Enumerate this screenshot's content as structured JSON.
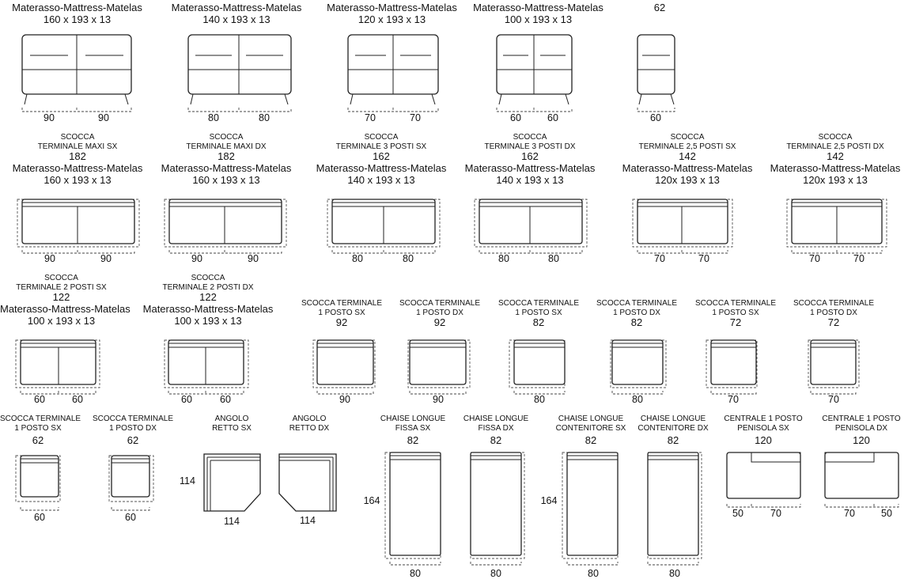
{
  "mattress_label": "Materasso-Mattress-Matelas",
  "row1": [
    {
      "size": "160 x 193 x 13",
      "dims": [
        "90",
        "90"
      ]
    },
    {
      "size": "140 x 193 x 13",
      "dims": [
        "80",
        "80"
      ]
    },
    {
      "size": "120 x 193 x 13",
      "dims": [
        "70",
        "70"
      ]
    },
    {
      "size": "100 x 193 x 13",
      "dims": [
        "60",
        "60"
      ]
    },
    {
      "width": "62",
      "dims": [
        "60"
      ]
    }
  ],
  "row2": [
    {
      "cap1": "SCOCCA",
      "cap2": "TERMINALE MAXI SX",
      "width": "182",
      "size": "160 x 193 x 13",
      "dims": [
        "90",
        "90"
      ]
    },
    {
      "cap1": "SCOCCA",
      "cap2": "TERMINALE MAXI DX",
      "width": "182",
      "size": "160 x 193 x 13",
      "dims": [
        "90",
        "90"
      ]
    },
    {
      "cap1": "SCOCCA",
      "cap2": "TERMINALE 3 POSTI SX",
      "width": "162",
      "size": "140 x 193 x 13",
      "dims": [
        "80",
        "80"
      ]
    },
    {
      "cap1": "SCOCCA",
      "cap2": "TERMINALE 3 POSTI DX",
      "width": "162",
      "size": "140 x 193 x 13",
      "dims": [
        "80",
        "80"
      ]
    },
    {
      "cap1": "SCOCCA",
      "cap2": "TERMINALE 2,5 POSTI SX",
      "width": "142",
      "size": "120x 193 x 13",
      "dims": [
        "70",
        "70"
      ]
    },
    {
      "cap1": "SCOCCA",
      "cap2": "TERMINALE 2,5 POSTI DX",
      "width": "142",
      "size": "120x 193 x 13",
      "dims": [
        "70",
        "70"
      ]
    }
  ],
  "row3a": [
    {
      "cap1": "SCOCCA",
      "cap2": "TERMINALE 2 POSTI SX",
      "width": "122",
      "size": "100 x 193 x 13",
      "dims": [
        "60",
        "60"
      ]
    },
    {
      "cap1": "SCOCCA",
      "cap2": "TERMINALE 2 POSTI DX",
      "width": "122",
      "size": "100 x 193 x 13",
      "dims": [
        "60",
        "60"
      ]
    }
  ],
  "row3b": [
    {
      "cap1": "SCOCCA TERMINALE",
      "cap2": "1 POSTO SX",
      "width": "92",
      "dims": [
        "90"
      ]
    },
    {
      "cap1": "SCOCCA TERMINALE",
      "cap2": "1 POSTO DX",
      "width": "92",
      "dims": [
        "90"
      ]
    },
    {
      "cap1": "SCOCCA TERMINALE",
      "cap2": "1 POSTO SX",
      "width": "82",
      "dims": [
        "80"
      ]
    },
    {
      "cap1": "SCOCCA TERMINALE",
      "cap2": "1 POSTO DX",
      "width": "82",
      "dims": [
        "80"
      ]
    },
    {
      "cap1": "SCOCCA TERMINALE",
      "cap2": "1 POSTO SX",
      "width": "72",
      "dims": [
        "70"
      ]
    },
    {
      "cap1": "SCOCCA TERMINALE",
      "cap2": "1 POSTO DX",
      "width": "72",
      "dims": [
        "70"
      ]
    }
  ],
  "row4": {
    "t1": {
      "cap1": "SCOCCA TERMINALE",
      "cap2": "1 POSTO SX",
      "width": "62",
      "dim": "60"
    },
    "t2": {
      "cap1": "SCOCCA TERMINALE",
      "cap2": "1 POSTO DX",
      "width": "62",
      "dim": "60"
    },
    "a1": {
      "cap1": "ANGOLO",
      "cap2": "RETTO SX",
      "side": "114",
      "bottom": "114"
    },
    "a2": {
      "cap1": "ANGOLO",
      "cap2": "RETTO DX",
      "bottom": "114"
    },
    "c1": {
      "cap1": "CHAISE LONGUE",
      "cap2": "FISSA SX",
      "width": "82",
      "side": "164",
      "dim": "80"
    },
    "c2": {
      "cap1": "CHAISE LONGUE",
      "cap2": "FISSA DX",
      "width": "82",
      "dim": "80"
    },
    "c3": {
      "cap1": "CHAISE LONGUE",
      "cap2": "CONTENITORE SX",
      "width": "82",
      "side": "164",
      "dim": "80"
    },
    "c4": {
      "cap1": "CHAISE LONGUE",
      "cap2": "CONTENITORE DX",
      "width": "82",
      "dim": "80"
    },
    "p1": {
      "cap1": "CENTRALE 1 POSTO",
      "cap2": "PENISOLA SX",
      "width": "120",
      "dims": [
        "50",
        "70"
      ]
    },
    "p2": {
      "cap1": "CENTRALE 1 POSTO",
      "cap2": "PENISOLA DX",
      "width": "120",
      "dims": [
        "70",
        "50"
      ]
    }
  }
}
